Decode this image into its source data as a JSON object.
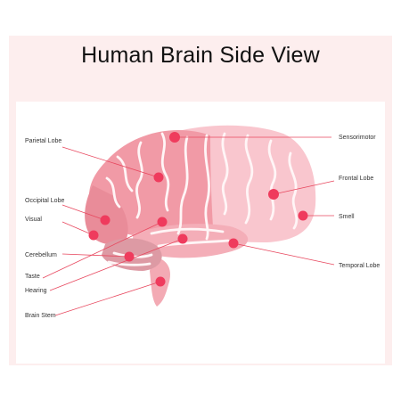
{
  "title": "Human Brain Side View",
  "labels": {
    "parietal_lobe": "Parietal Lobe",
    "occipital_lobe": "Occipital Lobe",
    "visual": "Visual",
    "cerebellum": "Cerebellum",
    "taste": "Taste",
    "hearing": "Hearing",
    "brain_stem": "Brain Stem",
    "sensorimotor": "Sensorimotor",
    "frontal_lobe": "Frontal Lobe",
    "smell": "Smell",
    "temporal_lobe": "Temporal Lobe"
  },
  "colors": {
    "background_frame": "#fdeeee",
    "panel": "#ffffff",
    "brain_dark": "#f19aa6",
    "brain_mid": "#f4aeb8",
    "brain_light": "#f9c6ce",
    "occipital": "#e98c99",
    "cerebellum": "#dd9aa4",
    "marker": "#ef3b5d"
  }
}
